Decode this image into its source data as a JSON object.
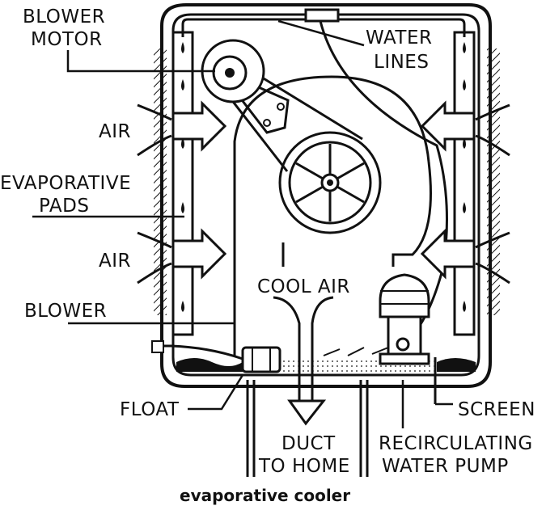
{
  "labels": {
    "blower_motor": [
      "BLOWER",
      "MOTOR"
    ],
    "water_lines": [
      "WATER",
      "LINES"
    ],
    "air_upper": "AIR",
    "evaporative_pads": [
      "EVAPORATIVE",
      "PADS"
    ],
    "air_lower": "AIR",
    "cool_air": "COOL AIR",
    "blower": "BLOWER",
    "float": "FLOAT",
    "screen": "SCREEN",
    "duct_to_home": [
      "DUCT",
      "TO HOME"
    ],
    "recirculating_water_pump": [
      "RECIRCULATING",
      "WATER PUMP"
    ]
  },
  "caption": "evaporative cooler"
}
